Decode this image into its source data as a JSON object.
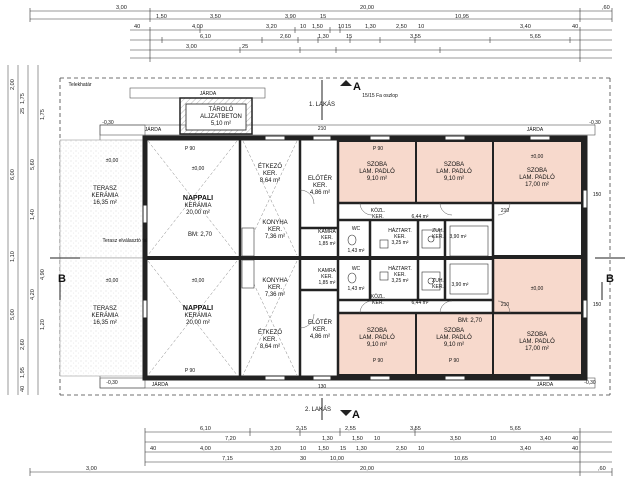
{
  "dims": {
    "top_total": "20,00",
    "top_left": "3,00",
    "top_right": ",60",
    "top_row1": [
      "1,50",
      "3,50",
      "3,90",
      "15",
      "10,95"
    ],
    "top_row2": [
      "40",
      "4,00",
      "3,20",
      "10",
      "1,50",
      "10",
      "15",
      "1,30",
      "2,50",
      "10",
      "3,40",
      "40"
    ],
    "top_row3": [
      "6,10",
      "2,60",
      "1,30",
      "15",
      "3,55",
      "5,65"
    ],
    "top_row3b": [
      "3,00",
      "25"
    ],
    "bot_row1": [
      "6,10",
      "2,15",
      "2,55",
      "3,55",
      "5,65"
    ],
    "bot_row2": [
      "7,20",
      "1,30",
      "1,50",
      "10",
      "3,50",
      "10",
      "3,40",
      "40"
    ],
    "bot_row3": [
      "40",
      "4,00",
      "3,20",
      "10",
      "1,50",
      "15",
      "1,30",
      "2,50",
      "10",
      "3,40",
      "40"
    ],
    "bot_row4": [
      "7,15",
      "30",
      "10,00",
      "10,65"
    ],
    "bot_total": "20,00",
    "bot_left": "3,00",
    "bot_right": ",60",
    "left_col": [
      "2,00",
      "6,00",
      "1,10",
      "5,00",
      "2,60",
      "1,95",
      "40"
    ],
    "left_col2": [
      "1,75",
      "25",
      "5,60",
      "1,40",
      "4,20",
      "1,20",
      "4,90",
      "1,75",
      "15",
      "1,20"
    ]
  },
  "labels": {
    "telekhatar": "Telekhatár",
    "jarda_top": "JÁRDA",
    "jarda_top2": "JÁRDA",
    "jarda_right": "JÁRDA",
    "jarda_bottom": "JÁRDA",
    "jarda_left_top": "JÁRDA",
    "jarda_left_bottom": "JÁRDA",
    "section_a": "A",
    "section_b": "B",
    "lakas1": "1. LAKÁS",
    "lakas2": "2. LAKÁS",
    "oszlop": "15/15 Fa oszlop",
    "level_neg": "-0,30",
    "level_zero": "±0,00",
    "bm": "BM: 2,70",
    "teraszkeritol": "Terasz\nelválasztó fal"
  },
  "rooms": [
    {
      "id": "tarolo",
      "name": "TÁROLÓ",
      "floor": "ALJZATBETON",
      "area": "5,10 m²"
    },
    {
      "id": "terasz1",
      "name": "TERASZ",
      "floor": "KERÁMIA",
      "area": "16,35 m²"
    },
    {
      "id": "terasz2",
      "name": "TERASZ",
      "floor": "KERÁMIA",
      "area": "16,35 m²"
    },
    {
      "id": "nappali1",
      "name": "NAPPALI",
      "floor": "KERÁMIA",
      "area": "20,00 m²"
    },
    {
      "id": "nappali2",
      "name": "NAPPALI",
      "floor": "KERÁMIA",
      "area": "20,00 m²"
    },
    {
      "id": "etkezo1",
      "name": "ÉTKEZŐ",
      "floor": "KER.",
      "area": "8,64 m²"
    },
    {
      "id": "etkezo2",
      "name": "ÉTKEZŐ",
      "floor": "KER.",
      "area": "8,64 m²"
    },
    {
      "id": "konyha1",
      "name": "KONYHA",
      "floor": "KER.",
      "area": "7,36 m²"
    },
    {
      "id": "konyha2",
      "name": "KONYHA",
      "floor": "KER.",
      "area": "7,36 m²"
    },
    {
      "id": "eloter1",
      "name": "ELŐTÉR",
      "floor": "KER.",
      "area": "4,86 m²"
    },
    {
      "id": "eloter2",
      "name": "ELŐTÉR",
      "floor": "KER.",
      "area": "4,86 m²"
    },
    {
      "id": "szoba1",
      "name": "SZOBA",
      "floor": "LAM. PADLÓ",
      "area": "9,10 m²"
    },
    {
      "id": "szoba2",
      "name": "SZOBA",
      "floor": "LAM. PADLÓ",
      "area": "9,10 m²"
    },
    {
      "id": "szoba3",
      "name": "SZOBA",
      "floor": "LAM. PADLÓ",
      "area": "17,00 m²"
    },
    {
      "id": "szoba4",
      "name": "SZOBA",
      "floor": "LAM. PADLÓ",
      "area": "9,10 m²"
    },
    {
      "id": "szoba5",
      "name": "SZOBA",
      "floor": "LAM. PADLÓ",
      "area": "9,10 m²"
    },
    {
      "id": "szoba6",
      "name": "SZOBA",
      "floor": "LAM. PADLÓ",
      "area": "17,00 m²"
    },
    {
      "id": "kamra1",
      "name": "KAMRA",
      "floor": "KER.",
      "area": "1,85 m²"
    },
    {
      "id": "kamra2",
      "name": "KAMRA",
      "floor": "KER.",
      "area": "1,85 m²"
    },
    {
      "id": "wc1",
      "name": "WC",
      "floor": "KER.",
      "area": "1,43 m²"
    },
    {
      "id": "wc2",
      "name": "WC",
      "floor": "KER.",
      "area": "1,43 m²"
    },
    {
      "id": "haztart1",
      "name": "HÁZTART.",
      "floor": "KER.",
      "area": "3,25 m²"
    },
    {
      "id": "haztart2",
      "name": "HÁZTART.",
      "floor": "KER.",
      "area": "3,25 m²"
    },
    {
      "id": "furdo1",
      "name": "ZUH.",
      "floor": "KER.",
      "area": "3,90 m²"
    },
    {
      "id": "furdo2",
      "name": "ZUH.",
      "floor": "KER.",
      "area": "3,90 m²"
    },
    {
      "id": "kozl1",
      "name": "KÖZL.",
      "floor": "KER.",
      "area": "6,44 m²"
    },
    {
      "id": "kozl2",
      "name": "KÖZL.",
      "floor": "KER.",
      "area": "6,44 m²"
    }
  ],
  "openings": [
    "P 90",
    "P 90",
    "90",
    "210",
    "90",
    "210",
    "130",
    "210",
    "90",
    "90",
    "210",
    "150",
    "150",
    "P 90",
    "P 90",
    "90",
    "210",
    "130",
    "210",
    "90",
    "150",
    "150",
    "210"
  ],
  "colors": {
    "bedroom_fill": "#f7d9cc",
    "wall": "#222222",
    "line": "#444444"
  }
}
